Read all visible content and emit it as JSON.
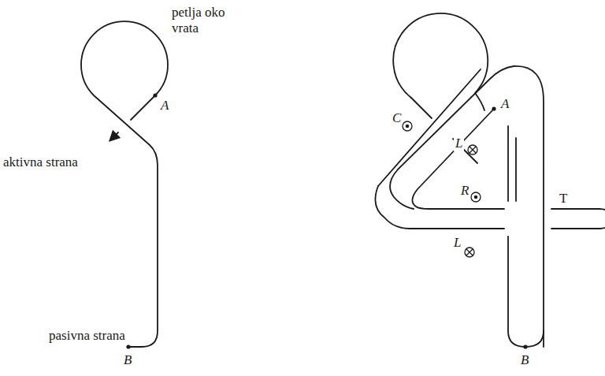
{
  "diagram": {
    "labels": [
      "petlja oko vrata",
      "A",
      "aktivna strana",
      "pasivna strana",
      "B",
      "C",
      "A",
      "L",
      "R",
      "T",
      "L",
      "B"
    ]
  }
}
